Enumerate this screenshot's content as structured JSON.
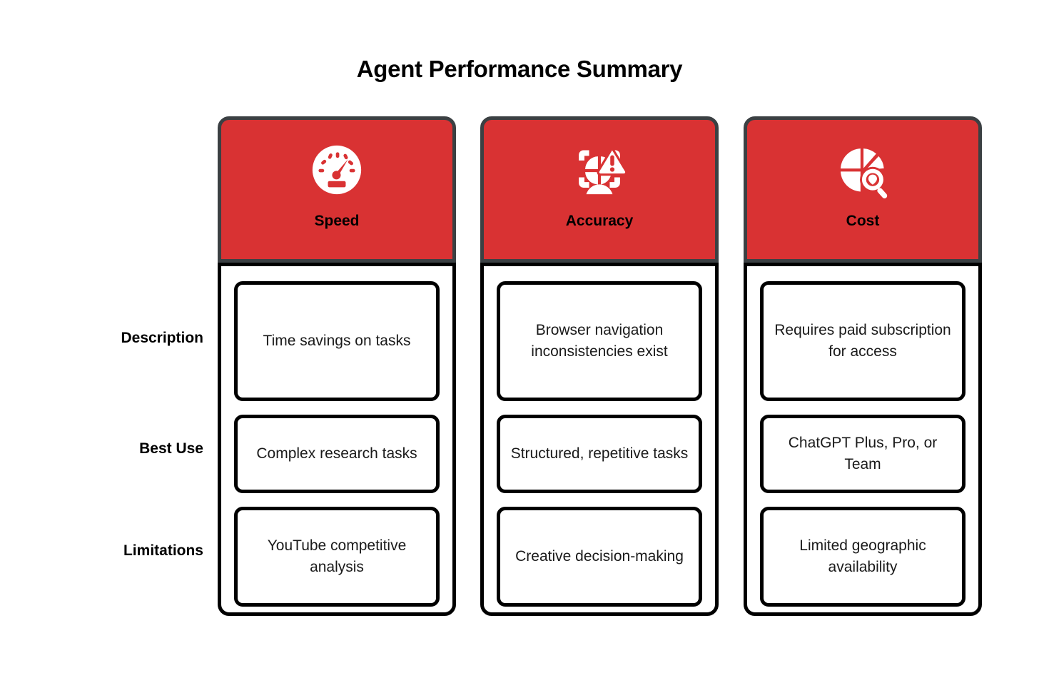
{
  "title": "Agent Performance Summary",
  "theme": {
    "accent_red": "#d93233",
    "header_border": "#3b4043",
    "cell_border": "#000000",
    "background": "#ffffff",
    "text": "#000000"
  },
  "row_labels": [
    "Description",
    "Best Use",
    "Limitations"
  ],
  "columns": [
    {
      "label": "Speed",
      "icon": "speedometer-icon",
      "cells": [
        "Time savings on tasks",
        "Complex research tasks",
        "YouTube competitive analysis"
      ]
    },
    {
      "label": "Accuracy",
      "icon": "scan-warning-icon",
      "cells": [
        "Browser navigation inconsistencies exist",
        "Structured, repetitive tasks",
        "Creative decision-making"
      ]
    },
    {
      "label": "Cost",
      "icon": "pie-chart-search-icon",
      "cells": [
        "Requires paid subscription for access",
        "ChatGPT Plus, Pro, or Team",
        "Limited geographic availability"
      ]
    }
  ]
}
